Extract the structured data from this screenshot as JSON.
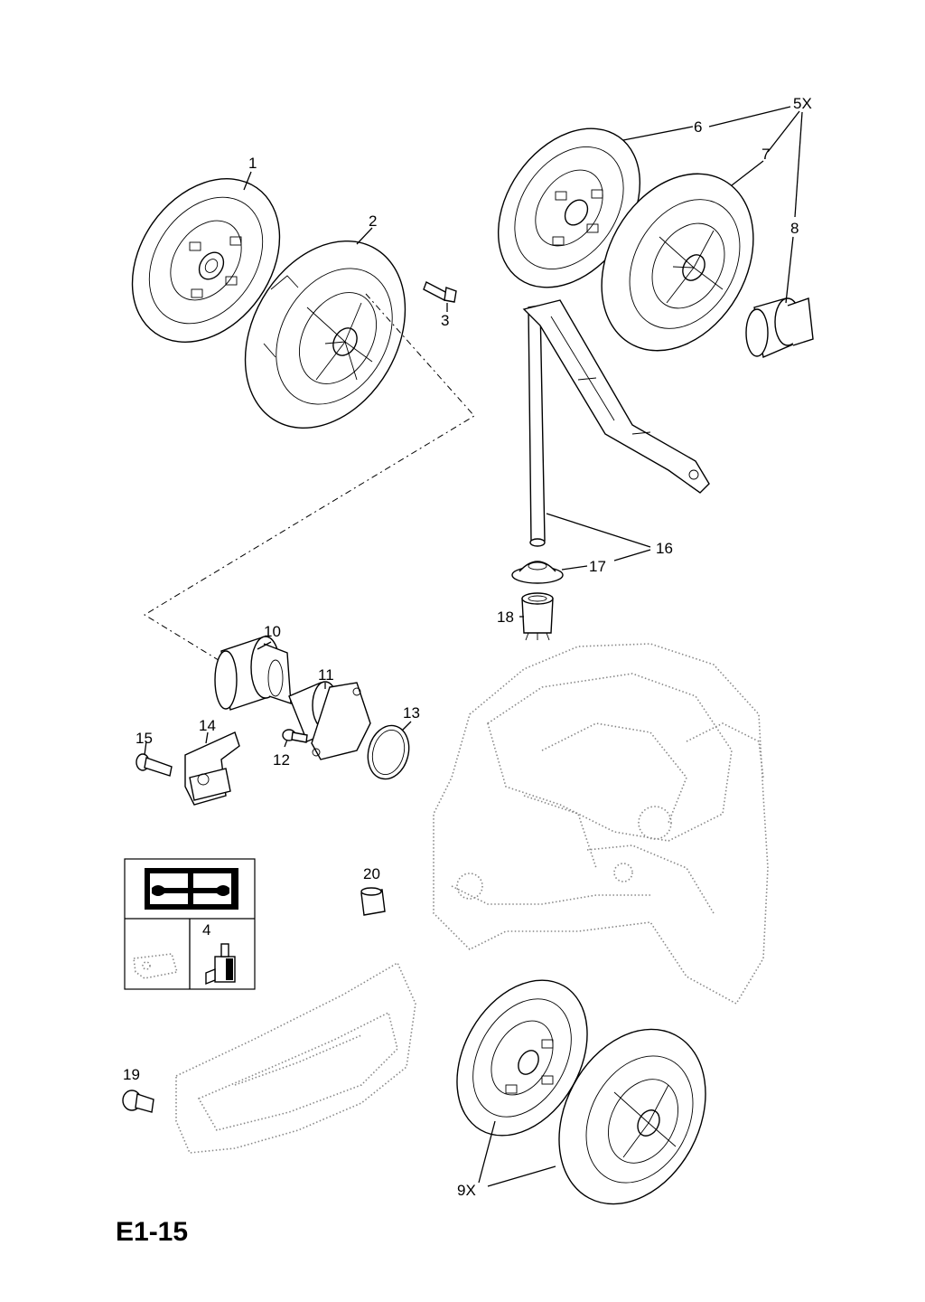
{
  "diagram": {
    "code": "E1-15",
    "callouts": [
      "1",
      "2",
      "3",
      "5X",
      "6",
      "7",
      "8",
      "10",
      "11",
      "12",
      "13",
      "14",
      "15",
      "16",
      "17",
      "18",
      "19",
      "20",
      "4",
      "9X"
    ],
    "symbols": [
      "manual-wrench-icon",
      "gearbox-oil-icon",
      "grease-tube-icon"
    ]
  }
}
